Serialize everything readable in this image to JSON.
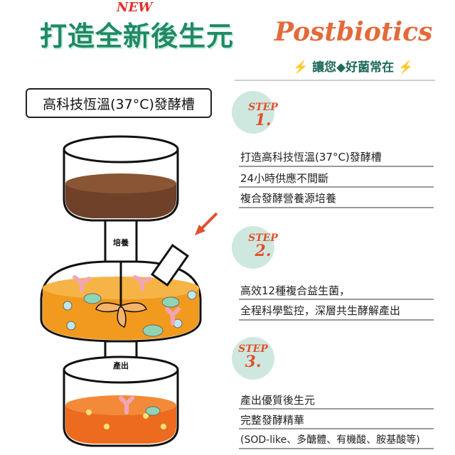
{
  "header": {
    "new_tag": "NEW",
    "title": "打造全新後生元",
    "title_latin": "Postbiotics",
    "subtitle": "讓您◆好菌常在",
    "bolt": "⚡"
  },
  "chamber": {
    "title": "高科技恆溫(37°C)發酵槽",
    "label_culture": "培養",
    "label_output": "產出"
  },
  "steps": [
    {
      "word": "STEP",
      "number": "1.",
      "items": [
        "打造高科技恆溫(37°C)發酵槽",
        "24小時供應不間斷",
        "複合發酵營養源培養"
      ]
    },
    {
      "word": "STEP",
      "number": "2.",
      "items": [
        "高效12種複合益生菌，",
        "全程科學監控，深層共生酵解產出"
      ]
    },
    {
      "word": "STEP",
      "number": "3.",
      "items": [
        "產出優質後生元",
        "完整發酵精華",
        "(SOD-like、多醣體、有機酸、胺基酸等)"
      ]
    }
  ],
  "colors": {
    "green": "#1f8a64",
    "orange": "#f29a1e",
    "red_orange": "#e2502e",
    "brown": "#7a4a2e",
    "step_circle": "#cfe8df"
  }
}
